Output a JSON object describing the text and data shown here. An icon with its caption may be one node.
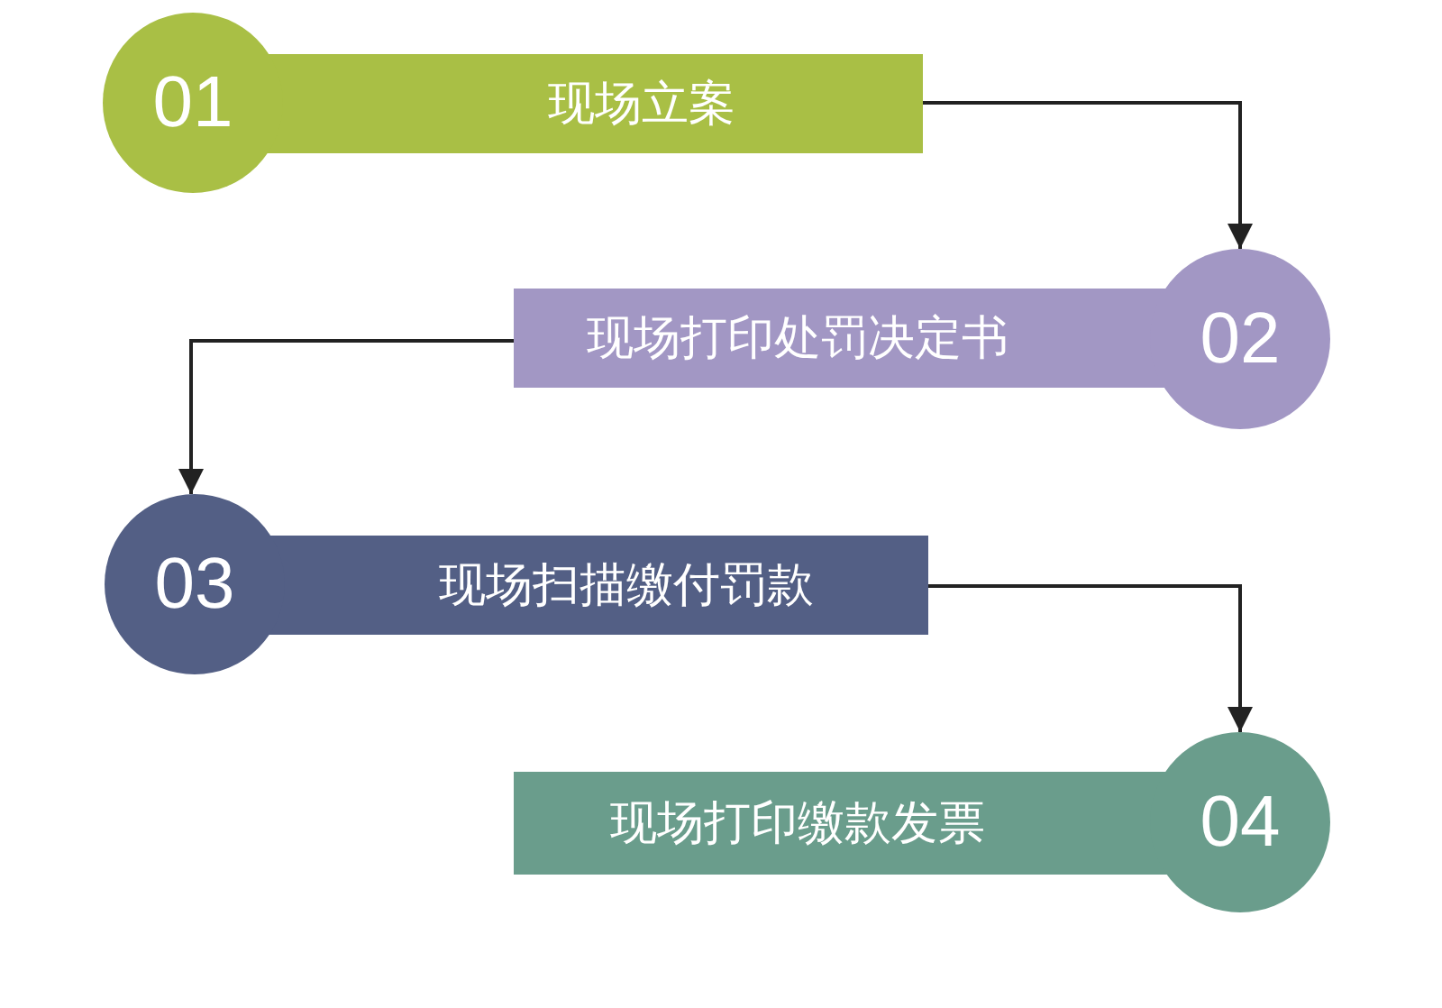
{
  "diagram": {
    "nodes": [
      {
        "text": [
          "01",
          "现场立案"
        ]
      },
      {
        "text": [
          "现场打印处罚决定书",
          "02"
        ]
      },
      {
        "text": [
          "03",
          "现场扫描缴付罚款"
        ]
      },
      {
        "text": [
          "现场打印缴款发票",
          "04"
        ]
      }
    ],
    "edges": [
      {
        "from": 0,
        "to": 1,
        "arrow": "to"
      },
      {
        "from": 1,
        "to": 2,
        "arrow": "to"
      },
      {
        "from": 2,
        "to": 3,
        "arrow": "to"
      }
    ]
  }
}
